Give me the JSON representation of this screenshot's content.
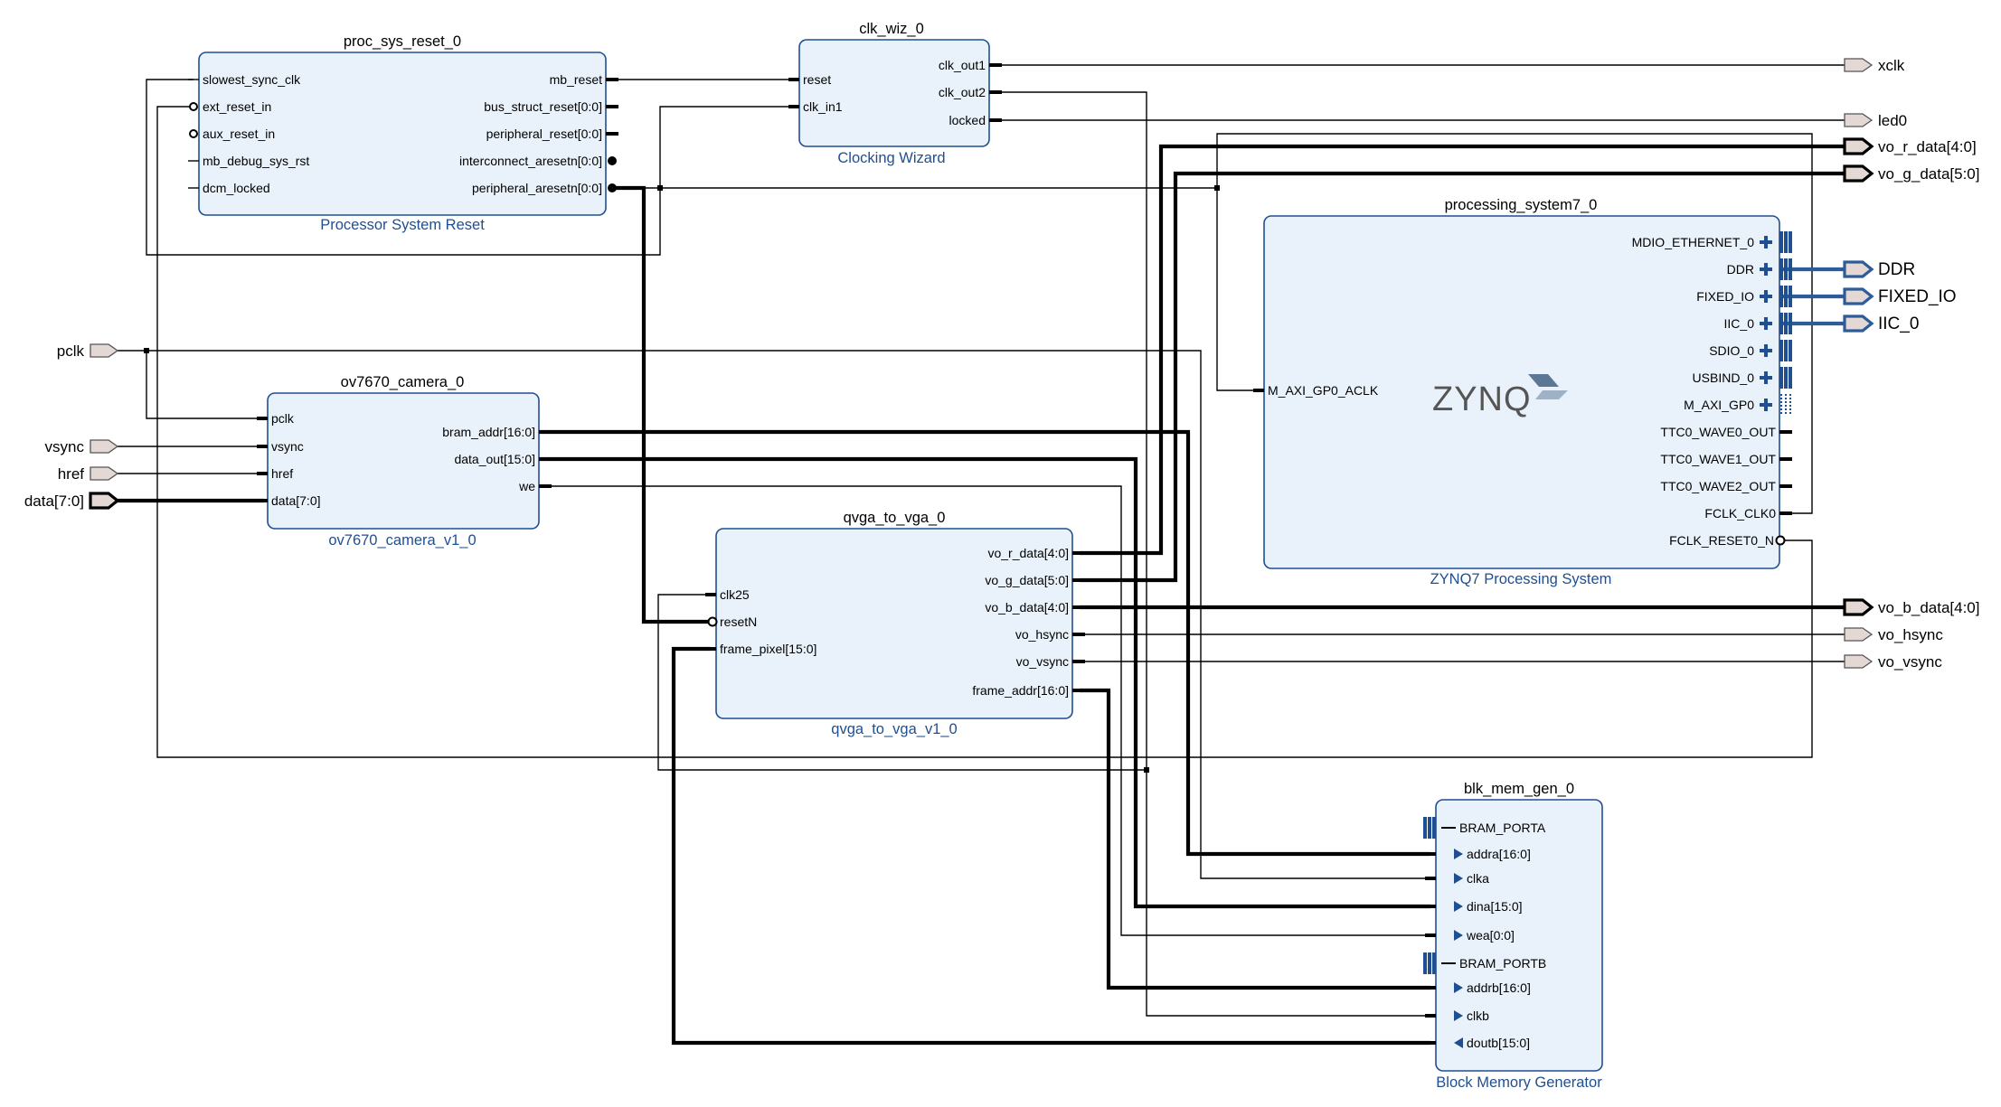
{
  "blocks": {
    "proc_sys_reset": {
      "instance": "proc_sys_reset_0",
      "ip": "Processor System Reset",
      "inputs": [
        "slowest_sync_clk",
        "ext_reset_in",
        "aux_reset_in",
        "mb_debug_sys_rst",
        "dcm_locked"
      ],
      "outputs": [
        "mb_reset",
        "bus_struct_reset[0:0]",
        "peripheral_reset[0:0]",
        "interconnect_aresetn[0:0]",
        "peripheral_aresetn[0:0]"
      ]
    },
    "clk_wiz": {
      "instance": "clk_wiz_0",
      "ip": "Clocking Wizard",
      "inputs": [
        "reset",
        "clk_in1"
      ],
      "outputs": [
        "clk_out1",
        "clk_out2",
        "locked"
      ]
    },
    "ov7670": {
      "instance": "ov7670_camera_0",
      "ip": "ov7670_camera_v1_0",
      "inputs": [
        "pclk",
        "vsync",
        "href",
        "data[7:0]"
      ],
      "outputs": [
        "bram_addr[16:0]",
        "data_out[15:0]",
        "we"
      ]
    },
    "qvga": {
      "instance": "qvga_to_vga_0",
      "ip": "qvga_to_vga_v1_0",
      "inputs": [
        "clk25",
        "resetN",
        "frame_pixel[15:0]"
      ],
      "outputs": [
        "vo_r_data[4:0]",
        "vo_g_data[5:0]",
        "vo_b_data[4:0]",
        "vo_hsync",
        "vo_vsync",
        "frame_addr[16:0]"
      ]
    },
    "ps7": {
      "instance": "processing_system7_0",
      "ip": "ZYNQ7 Processing System",
      "logo": "ZYNQ",
      "inputs": [
        "M_AXI_GP0_ACLK"
      ],
      "outputs": [
        "MDIO_ETHERNET_0",
        "DDR",
        "FIXED_IO",
        "IIC_0",
        "SDIO_0",
        "USBIND_0",
        "M_AXI_GP0",
        "TTC0_WAVE0_OUT",
        "TTC0_WAVE1_OUT",
        "TTC0_WAVE2_OUT",
        "FCLK_CLK0",
        "FCLK_RESET0_N"
      ]
    },
    "bram": {
      "instance": "blk_mem_gen_0",
      "ip": "Block Memory Generator",
      "pins": [
        "BRAM_PORTA",
        "addra[16:0]",
        "clka",
        "dina[15:0]",
        "wea[0:0]",
        "BRAM_PORTB",
        "addrb[16:0]",
        "clkb",
        "doutb[15:0]"
      ]
    }
  },
  "external_ports": {
    "inputs": [
      "pclk",
      "vsync",
      "href",
      "data[7:0]"
    ],
    "outputs": [
      "xclk",
      "led0",
      "vo_r_data[4:0]",
      "vo_g_data[5:0]",
      "DDR",
      "FIXED_IO",
      "IIC_0",
      "vo_b_data[4:0]",
      "vo_hsync",
      "vo_vsync"
    ]
  },
  "colors": {
    "block_fill": "#e9f2fb",
    "block_border": "#1f4f91",
    "ip_label": "#1f4f91",
    "port_fill": "#e3d8d3",
    "interface_wire": "#2d5c99",
    "wire": "#000000"
  }
}
